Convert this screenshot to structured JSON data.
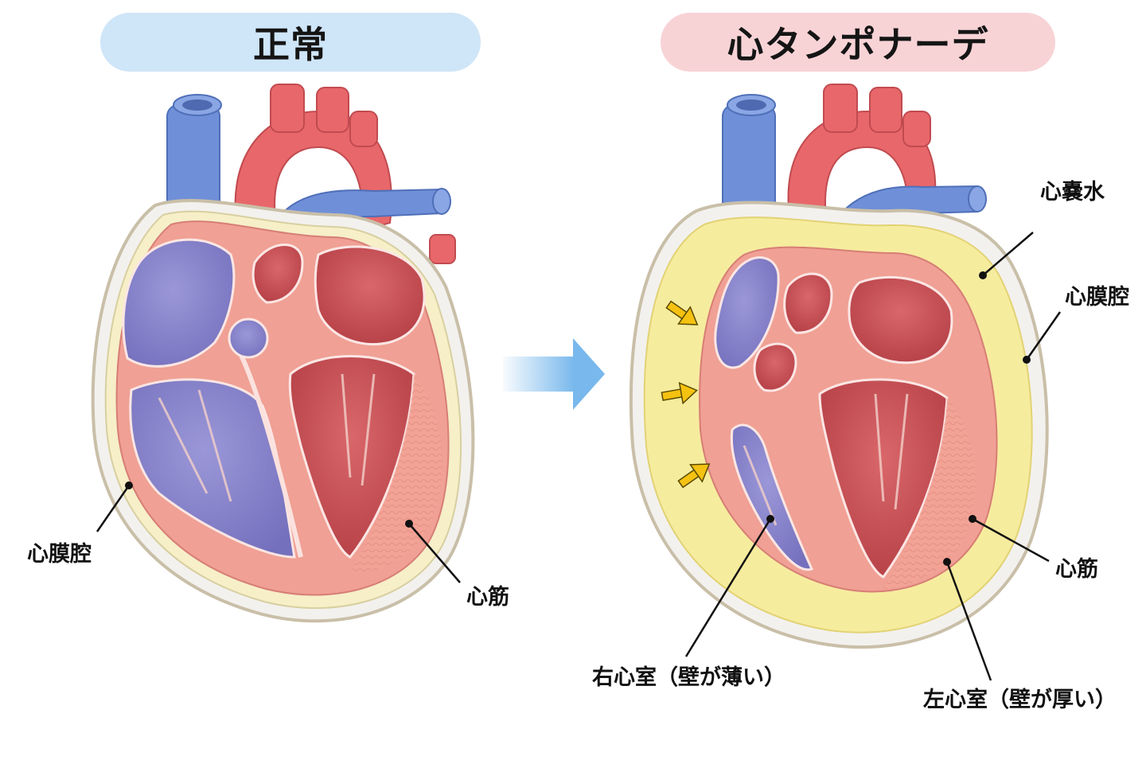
{
  "titles": {
    "normal": "正常",
    "tamponade": "心タンポナーデ"
  },
  "labels": {
    "normal_pericardial_cavity": "心膜腔",
    "normal_myocardium": "心筋",
    "tamponade_effusion": "心嚢水",
    "tamponade_pericardial_cavity": "心膜腔",
    "tamponade_myocardium": "心筋",
    "right_ventricle": "右心室（壁が薄い）",
    "left_ventricle": "左心室（壁が厚い）"
  },
  "colors": {
    "title_normal_bg": "#cfe5f8",
    "title_tamponade_bg": "#f8d3d6",
    "vein_blue": "#6f8fd8",
    "artery_red": "#e8676a",
    "myocardium": "#ef9c92",
    "left_chamber": "#c24a4f",
    "right_chamber": "#8581c9",
    "effusion_yellow": "#f6ec9e",
    "compression_arrow": "#f5c211",
    "flow_arrow": "#78b8ec"
  }
}
